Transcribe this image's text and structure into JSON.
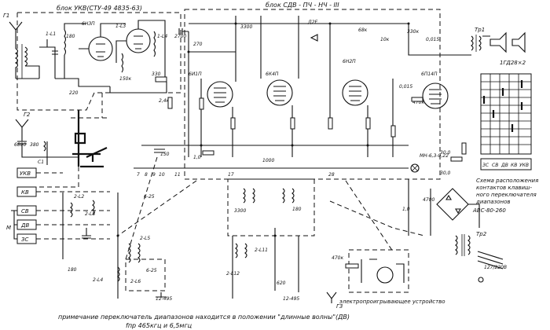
{
  "blocks": {
    "ukv_title": "блок УКВ(СТУ-49 4835-63)",
    "sdv_title": "блок СДВ - ПЧ - НЧ - III"
  },
  "tubes": [
    {
      "id": "tube-6n3p-ukv",
      "label": "6НЗП"
    },
    {
      "id": "tube-6i1p",
      "label": "6И1П"
    },
    {
      "id": "tube-6k4p",
      "label": "6К4П"
    },
    {
      "id": "tube-6n2p",
      "label": "6Н2П"
    },
    {
      "id": "tube-6p14p",
      "label": "6П14П"
    }
  ],
  "bands": [
    "УКВ",
    "КВ",
    "СВ",
    "ДВ",
    "ЗС"
  ],
  "antennas": [
    "Г1",
    "Г2",
    "Г3"
  ],
  "labels": {
    "speaker": "1ГД28×2",
    "tr1": "Тр1",
    "tr2": "Тр2",
    "rectifier": "АВС-80-260",
    "power": "127/220В",
    "indicator": "МН-6,3-0,22",
    "electro_device": "электропроигрывающее устройство",
    "m_label": "М"
  },
  "switch_scheme": {
    "title_lines": [
      "Схема расположения",
      "контактов клавиш-",
      "ного переключателя",
      "диапазонов"
    ],
    "columns": [
      "ЗС",
      "СВ",
      "ДВ",
      "КВ",
      "УКВ"
    ]
  },
  "values": {
    "c_6800": "6800",
    "c_380": "380",
    "c_2700": "2700",
    "c_3300": "3300",
    "c_1000": "1000",
    "c_180": "180",
    "c_620": "620",
    "c_4700": "4700",
    "c_150": "150",
    "c_0015": "0,015",
    "c_220": "220",
    "c_270": "270",
    "c_10": "1,0",
    "c_300": "30,0",
    "c_470k": "470к",
    "c_330k": "330к",
    "c_68k": "68к",
    "c_10k": "10к",
    "c_24k": "2,4к",
    "c_12_495": "12-495",
    "d_d2e": "Д2Е",
    "fp": "6,5мгц"
  },
  "footer": {
    "note": "примечание  переключатель диапазонов находится в положении \"длинные волны\"(ДВ)",
    "freq": "fпр 465кгц и 6,5мгц"
  }
}
